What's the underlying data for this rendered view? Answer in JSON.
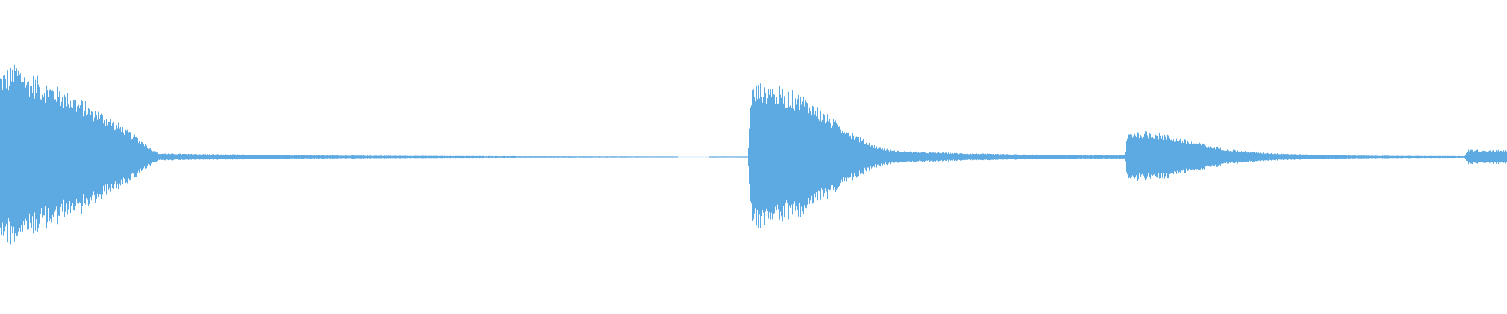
{
  "waveform": {
    "color": "#5DA9E1",
    "background": "#FFFFFF",
    "envelope": [
      [
        0.0,
        0.56
      ],
      [
        0.006,
        0.58
      ],
      [
        0.012,
        0.6
      ],
      [
        0.018,
        0.55
      ],
      [
        0.024,
        0.52
      ],
      [
        0.032,
        0.48
      ],
      [
        0.042,
        0.43
      ],
      [
        0.054,
        0.37
      ],
      [
        0.066,
        0.3
      ],
      [
        0.078,
        0.22
      ],
      [
        0.09,
        0.14
      ],
      [
        0.1,
        0.06
      ],
      [
        0.105,
        0.025
      ],
      [
        0.12,
        0.022
      ],
      [
        0.15,
        0.018
      ],
      [
        0.2,
        0.012
      ],
      [
        0.25,
        0.009
      ],
      [
        0.3,
        0.007
      ],
      [
        0.35,
        0.005
      ],
      [
        0.4,
        0.004
      ],
      [
        0.44,
        0.003
      ],
      [
        0.45,
        0.0
      ],
      [
        0.47,
        0.0
      ],
      [
        0.472,
        0.002
      ],
      [
        0.496,
        0.002
      ],
      [
        0.498,
        0.44
      ],
      [
        0.504,
        0.48
      ],
      [
        0.512,
        0.47
      ],
      [
        0.522,
        0.44
      ],
      [
        0.532,
        0.4
      ],
      [
        0.542,
        0.33
      ],
      [
        0.552,
        0.25
      ],
      [
        0.562,
        0.18
      ],
      [
        0.572,
        0.12
      ],
      [
        0.582,
        0.07
      ],
      [
        0.592,
        0.045
      ],
      [
        0.61,
        0.035
      ],
      [
        0.64,
        0.025
      ],
      [
        0.68,
        0.017
      ],
      [
        0.72,
        0.012
      ],
      [
        0.746,
        0.012
      ],
      [
        0.748,
        0.16
      ],
      [
        0.756,
        0.17
      ],
      [
        0.768,
        0.16
      ],
      [
        0.78,
        0.13
      ],
      [
        0.792,
        0.1
      ],
      [
        0.806,
        0.07
      ],
      [
        0.82,
        0.045
      ],
      [
        0.84,
        0.028
      ],
      [
        0.87,
        0.016
      ],
      [
        0.9,
        0.01
      ],
      [
        0.94,
        0.007
      ],
      [
        0.972,
        0.006
      ],
      [
        0.974,
        0.05
      ],
      [
        0.985,
        0.048
      ],
      [
        1.0,
        0.045
      ]
    ]
  }
}
